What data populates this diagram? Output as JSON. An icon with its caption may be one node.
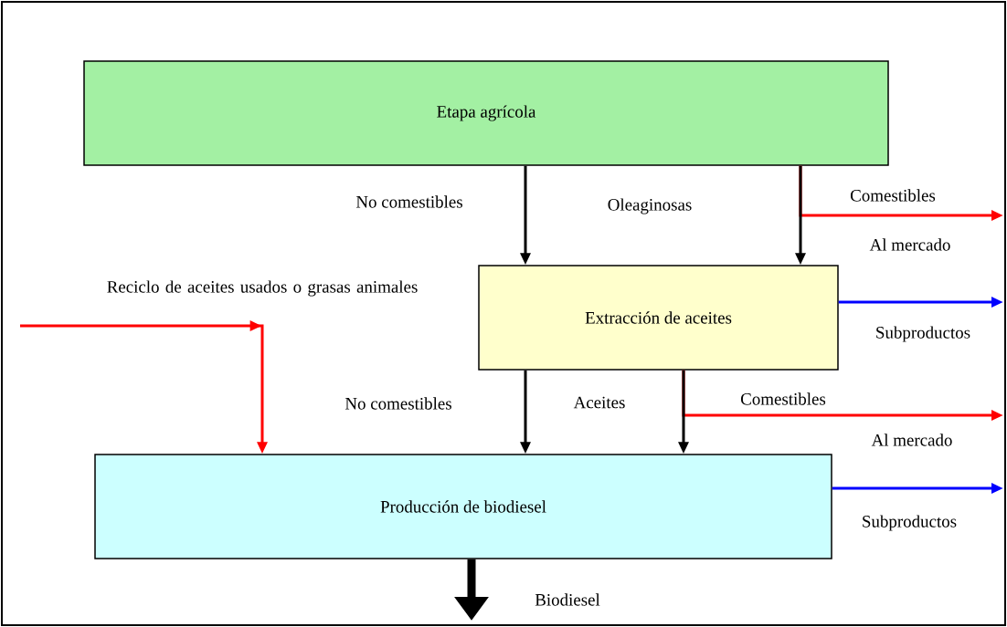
{
  "diagram": {
    "nodes": [
      {
        "text": [
          "Etapa agrícola"
        ]
      },
      {
        "text": [
          "Extracción de aceites"
        ]
      },
      {
        "text": [
          "Producción de biodiesel"
        ]
      }
    ],
    "edges": [
      {
        "from": 0,
        "to": 1,
        "arrow": "to",
        "label": "No comestibles"
      },
      {
        "from": 0,
        "to": 1,
        "arrow": "to"
      },
      {
        "from": 0,
        "to": null,
        "arrow": "to",
        "label": "Comestibles",
        "color": "#ff0000"
      },
      {
        "from": 1,
        "to": null,
        "arrow": "to",
        "label": "Subproductos",
        "color": "#0000ff"
      },
      {
        "from": null,
        "to": 2,
        "arrow": "to",
        "label": "Reciclo de aceites usados o grasas animales",
        "color": "#ff0000"
      },
      {
        "from": 1,
        "to": 2,
        "arrow": "to",
        "label": "No comestibles"
      },
      {
        "from": 1,
        "to": 2,
        "arrow": "to"
      },
      {
        "from": 1,
        "to": null,
        "arrow": "to",
        "label": "Comestibles",
        "color": "#ff0000"
      },
      {
        "from": 2,
        "to": null,
        "arrow": "to",
        "label": "Subproductos",
        "color": "#0000ff"
      },
      {
        "from": 2,
        "to": null,
        "arrow": "to",
        "label": "Biodiesel",
        "style": "thick"
      }
    ],
    "labels": [
      "Oleaginosas",
      "Al mercado",
      "Aceites",
      "Al mercado"
    ]
  }
}
